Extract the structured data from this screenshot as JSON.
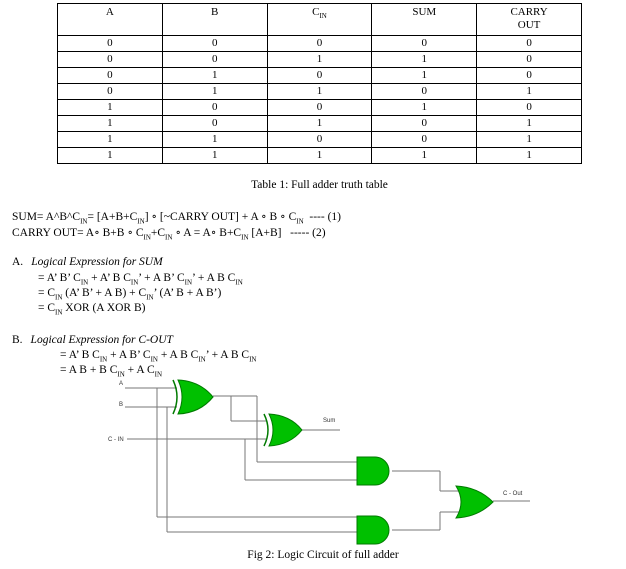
{
  "truth_table": {
    "headers": [
      {
        "main": "A",
        "sub": ""
      },
      {
        "main": "B",
        "sub": ""
      },
      {
        "main": "C",
        "sub": "IN"
      },
      {
        "main": "SUM",
        "sub": ""
      },
      {
        "main": "CARRY",
        "sub": "OUT"
      }
    ],
    "rows": [
      [
        "0",
        "0",
        "0",
        "0",
        "0"
      ],
      [
        "0",
        "0",
        "1",
        "1",
        "0"
      ],
      [
        "0",
        "1",
        "0",
        "1",
        "0"
      ],
      [
        "0",
        "1",
        "1",
        "0",
        "1"
      ],
      [
        "1",
        "0",
        "0",
        "1",
        "0"
      ],
      [
        "1",
        "0",
        "1",
        "0",
        "1"
      ],
      [
        "1",
        "1",
        "0",
        "0",
        "1"
      ],
      [
        "1",
        "1",
        "1",
        "1",
        "1"
      ]
    ],
    "caption": "Table 1: Full adder truth table"
  },
  "equations": {
    "sum": "SUM= A^B^C IN= [A+B+C IN] ∘ [~CARRY OUT] + A ∘ B ∘ C IN  ---- (1)",
    "carry": "CARRY OUT= A∘ B+B ∘ C IN+C IN ∘ A = A∘ B+C IN [A+B]   ----- (2)"
  },
  "section_a": {
    "number": "A.",
    "title": "Logical Expression for SUM",
    "lines": [
      "= A’ B’ CIN + A’ B CIN’ + A B’ CIN’ + A B CIN",
      "= CIN (A’ B’ + A B) + CIN’ (A’ B + A B’)",
      "= CIN XOR (A XOR B)"
    ]
  },
  "section_b": {
    "number": "B.",
    "title": "Logical Expression for C-OUT",
    "lines": [
      "= A’ B CIN + A B’ CIN + A B CIN’ + A B CIN",
      "= A B + B CIN + A CIN"
    ]
  },
  "circuit": {
    "labels": {
      "a": "A",
      "b": "B",
      "cin": "C - IN",
      "sum": "Sum",
      "cout": "C - Out"
    },
    "colors": {
      "gate_fill": "#00c000",
      "gate_stroke": "#007a00",
      "wire": "#777777"
    },
    "caption": "Fig 2: Logic Circuit of full adder"
  }
}
